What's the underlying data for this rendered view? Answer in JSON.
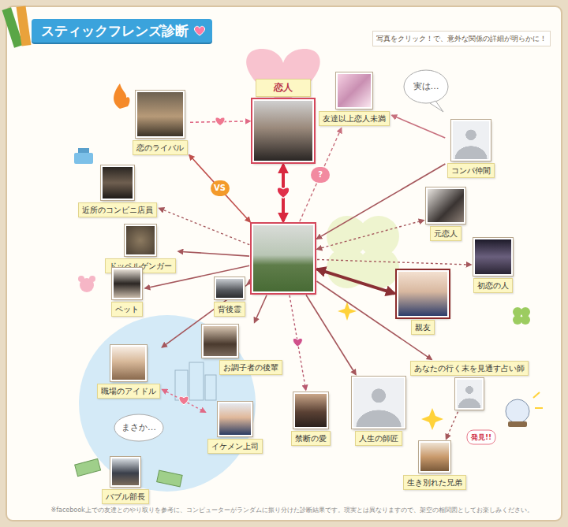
{
  "diagram": {
    "title": "スティックフレンズ診断",
    "caption": "※facebook上での友達とのやり取りを参考に、コンピューターがランダムに振り分けた診断結果です。現実とは異なりますので、架空の相関図としてお楽しみください。",
    "nodes": [
      {
        "text": [
          "恋のライバル"
        ]
      },
      {
        "text": [
          "恋人"
        ]
      },
      {
        "text": [
          "友達以上恋人未満"
        ]
      },
      {
        "text": [
          "コンパ仲間"
        ]
      },
      {
        "text": [
          "近所のコンビニ店員"
        ]
      },
      {
        "text": [
          "元恋人"
        ]
      },
      {
        "text": []
      },
      {
        "text": [
          "ドッペルゲンガー"
        ]
      },
      {
        "text": [
          "初恋の人"
        ]
      },
      {
        "text": [
          "背後霊"
        ]
      },
      {
        "text": [
          "ペット"
        ]
      },
      {
        "text": [
          "親友"
        ]
      },
      {
        "text": [
          "お調子者の後輩"
        ]
      },
      {
        "text": [
          "職場のアイドル"
        ]
      },
      {
        "text": [
          "あなたの行く末を見通す占い師"
        ]
      },
      {
        "text": [
          "人生の師匠"
        ]
      },
      {
        "text": [
          "イケメン上司"
        ]
      },
      {
        "text": [
          "禁断の愛"
        ]
      },
      {
        "text": [
          "生き別れた兄弟"
        ]
      },
      {
        "text": [
          "バブル部長"
        ]
      }
    ],
    "edges": [
      {
        "from": 0,
        "to": 1,
        "arrow": "to"
      },
      {
        "from": 6,
        "to": 0,
        "arrow": "both",
        "label": "VS"
      },
      {
        "from": 6,
        "to": 1,
        "arrow": "both"
      },
      {
        "from": 6,
        "to": 2,
        "arrow": "to",
        "label": "?"
      },
      {
        "from": 3,
        "to": 2,
        "arrow": "to"
      },
      {
        "from": 3,
        "to": 6,
        "arrow": "to"
      },
      {
        "from": 6,
        "to": 5,
        "arrow": "both"
      },
      {
        "from": 6,
        "to": 8,
        "arrow": "to"
      },
      {
        "from": 6,
        "to": 11,
        "arrow": "both"
      },
      {
        "from": 6,
        "to": 4,
        "arrow": "to"
      },
      {
        "from": 6,
        "to": 7,
        "arrow": "to"
      },
      {
        "from": 6,
        "to": 9,
        "arrow": "to"
      },
      {
        "from": 6,
        "to": 10,
        "arrow": "to"
      },
      {
        "from": 6,
        "to": 12,
        "arrow": "to"
      },
      {
        "from": 6,
        "to": 13,
        "arrow": "to"
      },
      {
        "from": 13,
        "to": 16,
        "arrow": "both"
      },
      {
        "from": 6,
        "to": 17,
        "arrow": "to"
      },
      {
        "from": 6,
        "to": 15,
        "arrow": "to"
      },
      {
        "from": 6,
        "to": 14,
        "arrow": "to"
      },
      {
        "from": 14,
        "to": 18,
        "arrow": "to"
      }
    ],
    "labels": [
      "写真をクリック！で、意外な関係の詳細が明らかに！",
      "実は…",
      "まさか…",
      "発見!!"
    ]
  }
}
